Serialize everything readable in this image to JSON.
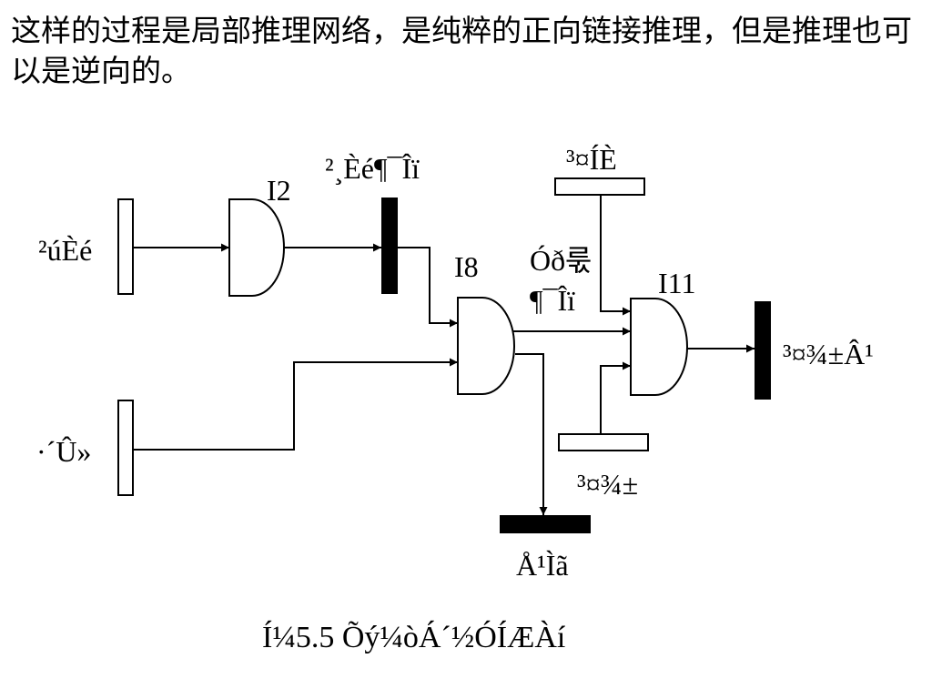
{
  "intro_text": "这样的过程是局部推理网络，是纯粹的正向链接推理，但是推理也可以是逆向的。",
  "diagram": {
    "gates": {
      "g2": "I2",
      "g8": "I8",
      "g11": "I11"
    },
    "labels": {
      "input_a": "²úÈé",
      "input_b": "·´Û»",
      "mid_output": "²¸Èé¶¯Îï",
      "top_input": "³¤ÍÈ",
      "side_input_line1": "Óð룫",
      "side_input_line2": "¶¯Îï",
      "bottom_right_input": "³¤¾±",
      "output_final": "³¤¾±Â¹",
      "output_bottom": "Å¹Ìã"
    }
  },
  "caption": "Í¼5.5 Õý¼òÁ´½ÓÍÆÀí"
}
